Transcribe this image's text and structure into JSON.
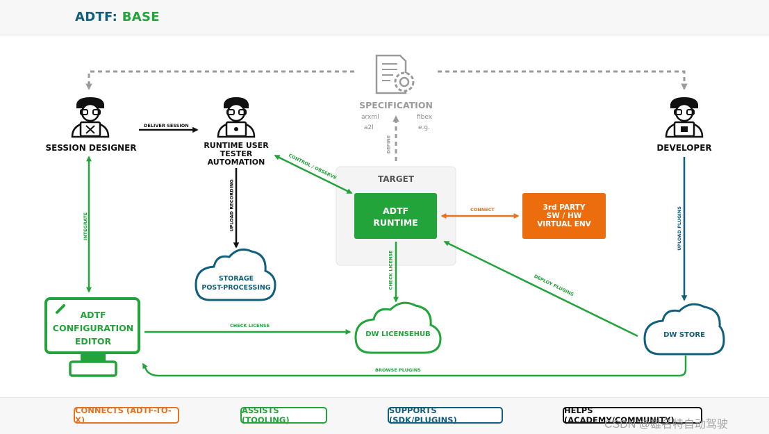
{
  "header": {
    "title_prefix": "ADTF:",
    "title_suffix": "BASE"
  },
  "nodes": {
    "session_designer": "SESSION DESIGNER",
    "runtime_user": [
      "RUNTIME USER",
      "TESTER",
      "AUTOMATION"
    ],
    "specification": "SPECIFICATION",
    "spec_formats": [
      "arxml",
      "fibex",
      "a2l",
      "e.g."
    ],
    "developer": "DEVELOPER",
    "target": "TARGET",
    "adtf_runtime": [
      "ADTF",
      "RUNTIME"
    ],
    "third_party": [
      "3rd PARTY",
      "SW / HW",
      "VIRTUAL  ENV"
    ],
    "storage": [
      "STORAGE",
      "POST-PROCESSING"
    ],
    "config_editor": [
      "ADTF",
      "CONFIGURATION",
      "EDITOR"
    ],
    "licensehub": "DW LICENSEHUB",
    "store": "DW STORE"
  },
  "edges": {
    "deliver_session": "DELIVER SESSION",
    "control_observe": "CONTROL / OBSERVE",
    "define": "DEFINE",
    "connect": "CONNECT",
    "upload_recording": "UPLOAD RECORDING",
    "integrate": "INTEGRATE",
    "check_license_runtime": "CHECK LICENSE",
    "check_license_editor": "CHECK LICENSE",
    "deploy_plugins": "DEPLOY PLUGINS",
    "upload_plugins": "UPLOAD PLUGINS",
    "browse_plugins": "BROWSE PLUGINS"
  },
  "legend": {
    "connects": "CONNECTS (ADTF-TO-X)",
    "assists": "ASSISTS (TOOLING)",
    "supports": "SUPPORTS (SDK/PLUGINS)",
    "helps": "HELPS (ACADEMY/COMMUNITY)"
  },
  "watermark": "CSDN @雄名特自动驾驶",
  "colors": {
    "green": "#22a43a",
    "orange": "#e8731c",
    "blue": "#0f5f7d",
    "gray": "#9a9a9a",
    "black": "#111111"
  }
}
